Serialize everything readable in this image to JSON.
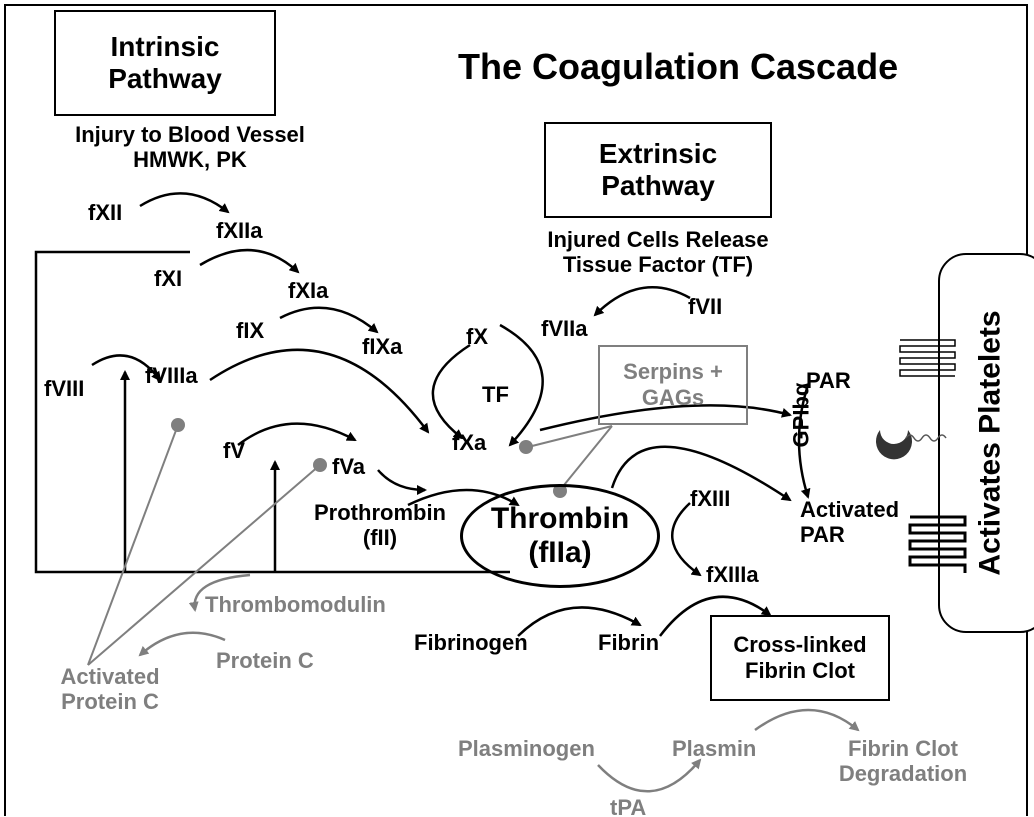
{
  "title": "The Coagulation Cascade",
  "intrinsic": {
    "box_label": [
      "Intrinsic",
      "Pathway"
    ],
    "trigger": [
      "Injury to Blood Vessel",
      "HMWK, PK"
    ]
  },
  "extrinsic": {
    "box_label": [
      "Extrinsic",
      "Pathway"
    ],
    "trigger": [
      "Injured Cells Release",
      "Tissue Factor (TF)"
    ]
  },
  "factors": {
    "fXII": "fXII",
    "fXIIa": "fXIIa",
    "fXI": "fXI",
    "fXIa": "fXIa",
    "fIX": "fIX",
    "fIXa": "fIXa",
    "fVIII": "fVIII",
    "fVIIIa": "fVIIIa",
    "fV": "fV",
    "fVa": "fVa",
    "fVII": "fVII",
    "fVIIa": "fVIIa",
    "fX": "fX",
    "TF": "TF",
    "fXa": "fXa",
    "prothrombin": [
      "Prothrombin",
      "(fII)"
    ],
    "thrombin": [
      "Thrombin",
      "(fIIa)"
    ],
    "fXIII": "fXIII",
    "fXIIIa": "fXIIIa",
    "fibrinogen": "Fibrinogen",
    "fibrin": "Fibrin"
  },
  "inhibitors": {
    "serpins": [
      "Serpins +",
      "GAGs"
    ],
    "thrombomodulin": "Thrombomodulin",
    "protein_c": "Protein C",
    "activated_protein_c": [
      "Activated",
      "Protein C"
    ]
  },
  "clot": {
    "box_label": [
      "Cross-linked",
      "Fibrin Clot"
    ],
    "plasminogen": "Plasminogen",
    "plasmin": "Plasmin",
    "tpa": "tPA",
    "degradation": [
      "Fibrin Clot",
      "Degradation"
    ]
  },
  "platelets": {
    "par": "PAR",
    "gpib": "GPIbα",
    "activated_par": [
      "Activated",
      "PAR"
    ],
    "panel_label": "Activates Platelets"
  },
  "colors": {
    "main": "#000000",
    "inhibitor": "#7f7f7f"
  }
}
